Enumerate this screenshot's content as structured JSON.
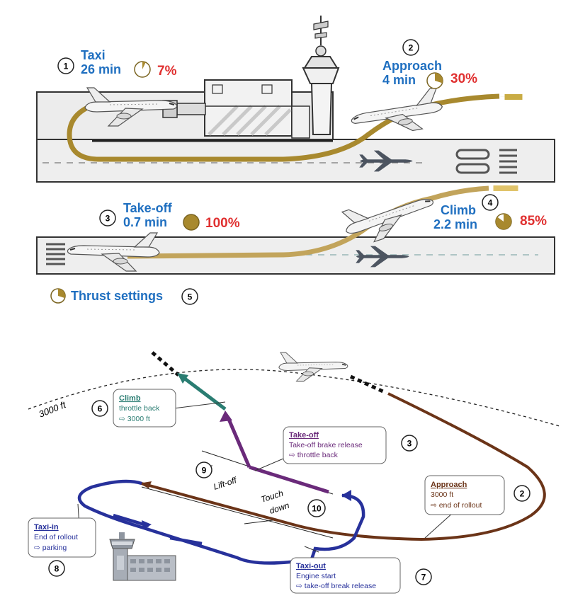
{
  "colors": {
    "blue_text": "#1f6fc0",
    "red_text": "#e03030",
    "path_gold": "#a8892e",
    "climb_teal": "#2a7d72",
    "takeoff_purple": "#6a2a7a",
    "approach_brown": "#6b3418",
    "taxi_blue": "#27319b"
  },
  "top": {
    "taxi": {
      "number": "1",
      "name": "Taxi",
      "time": "26 min",
      "thrust": "7%",
      "thrust_fraction": 0.07
    },
    "approach": {
      "number": "2",
      "name": "Approach",
      "time": "4 min",
      "thrust": "30%",
      "thrust_fraction": 0.3
    },
    "takeoff": {
      "number": "3",
      "name": "Take-off",
      "time": "0.7 min",
      "thrust": "100%",
      "thrust_fraction": 1.0
    },
    "climb": {
      "number": "4",
      "name": "Climb",
      "time": "2.2 min",
      "thrust": "85%",
      "thrust_fraction": 0.85
    },
    "legend": {
      "number": "5",
      "label": "Thrust settings",
      "fraction": 0.3
    }
  },
  "bottom": {
    "altitude_label": "3000 ft",
    "climb": {
      "number": "6",
      "title": "Climb",
      "line1": "throttle back",
      "line2": "⇨ 3000 ft"
    },
    "takeoff": {
      "number": "3",
      "title": "Take-off",
      "line1": "Take-off brake release",
      "line2": "⇨ throttle back"
    },
    "approach": {
      "number": "2",
      "title": "Approach",
      "line1": "3000 ft",
      "line2": "⇨ end of rollout"
    },
    "taxi_in": {
      "number": "8",
      "title": "Taxi-in",
      "line1": "End of rollout",
      "line2": "⇨ parking"
    },
    "taxi_out": {
      "number": "7",
      "title": "Taxi-out",
      "line1": "Engine start",
      "line2": "⇨ take-off break release"
    },
    "liftoff": {
      "number": "9",
      "label": "Lift-off"
    },
    "touchdown": {
      "number": "10",
      "line1": "Touch",
      "line2": "down"
    }
  }
}
